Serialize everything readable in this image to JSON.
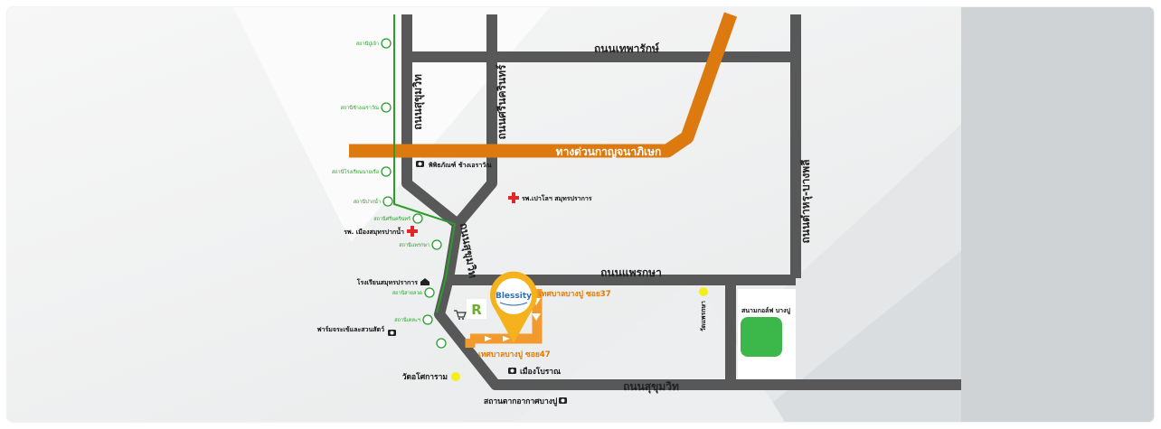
{
  "roads": {
    "theparak": "ถนนเทพารักษ์",
    "srinakarin": "ถนนศรีนครินทร์",
    "sukhumvit_north": "ถนนสุขุมวิท",
    "sukhumvit_mid": "ถนนสุขุมวิท",
    "sukhumvit_south": "ถนนสุขุมวิท",
    "expressway": "ทางด่วนกาญจนาภิเษก",
    "tamru_bangphli": "ถนนตำหรุ-บางพลี",
    "phraeksa": "ถนนแพรกษา"
  },
  "soi": {
    "soi37": "เทศบาลบางปู ซอย37",
    "soi47": "เทศบาลบางปู ซอย47"
  },
  "stations": [
    {
      "name": "สถานีปู่เจ้า",
      "icon": "bts-station-icon"
    },
    {
      "name": "สถานีช้างเอราวัณ",
      "icon": "bts-station-icon"
    },
    {
      "name": "สถานีโรงเรียนนายเรือ",
      "icon": "bts-station-icon"
    },
    {
      "name": "สถานีปากน้ำ",
      "icon": "bts-station-icon"
    },
    {
      "name": "สถานีศรีนครินทร์",
      "icon": "bts-station-icon"
    },
    {
      "name": "สถานีแพรกษา",
      "icon": "bts-station-icon"
    },
    {
      "name": "สถานีสายลวด",
      "icon": "bts-station-icon"
    },
    {
      "name": "สถานีเคหะฯ",
      "icon": "bts-station-icon"
    }
  ],
  "pois": {
    "museum": "พิพิธภัณฑ์ ช้างเอราวัณ",
    "hospital_paolo": "รพ.เปาโลฯ สมุทรปราการ",
    "hospital_muang": "รพ. เมืองสมุทรปากน้ำ",
    "school": "โรงเรียนสมุทรปราการ",
    "farm": "ฟาร์มจระเข้และสวนสัตว์",
    "wat_asokaram": "วัดอโศการาม",
    "ancient_city": "เมืองโบราณ",
    "wat_phraeksa": "วัดแพรกษา",
    "golf": "สนามกอล์ฟ บางปู",
    "bangpu": "สถานตากอากาศบางปู"
  },
  "brand": {
    "project_name": "Blessity",
    "logo_letter": "R"
  },
  "colors": {
    "road": "#585858",
    "expressway": "#dc7a10",
    "bts_line": "#2a9d2a",
    "soi": "#f29a2e",
    "golf": "#3cb84a",
    "temple": "#f4ee1a",
    "hospital": "#e32626",
    "pin": "#f6b21c"
  }
}
